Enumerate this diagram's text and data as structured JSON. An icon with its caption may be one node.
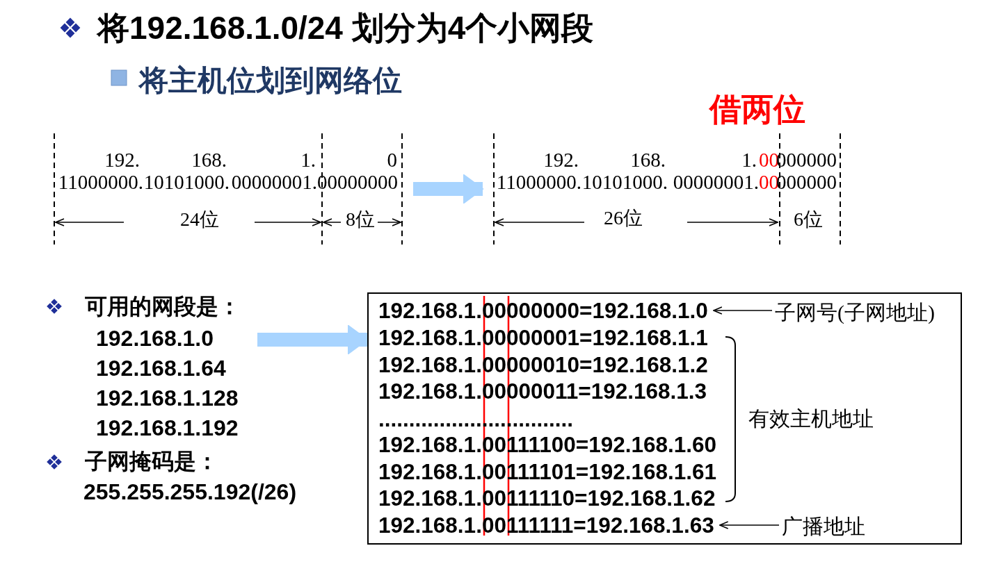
{
  "diagram": {
    "title": "将192.168.1.0/24 划分为4个小网段",
    "nodes": [
      {
        "text": [
          "192.",
          "168.",
          "1.",
          "0",
          "11000000.",
          "10101000.",
          "00000001.",
          "00000000"
        ]
      },
      {
        "text": [
          "192.",
          "168.",
          "1.",
          "00",
          "000000",
          "11000000.",
          "10101000.",
          "00000001.",
          "00",
          "000000"
        ]
      },
      {
        "text": [
          "可用的网段是：",
          "192.168.1.0",
          "192.168.1.64",
          "192.168.1.128",
          "192.168.1.192",
          "子网掩码是：",
          "255.255.255.192(/26)"
        ]
      },
      {
        "text": [],
        "shape": "box"
      },
      {
        "text": [
          "192.168.1.00000000=192.168.1.0"
        ],
        "in": 3
      },
      {
        "text": [
          "192.168.1.00000001=192.168.1.1"
        ],
        "in": 3
      },
      {
        "text": [
          "192.168.1.00000010=192.168.1.2"
        ],
        "in": 3
      },
      {
        "text": [
          "192.168.1.00000011=192.168.1.3"
        ],
        "in": 3
      },
      {
        "text": [
          "................................"
        ],
        "in": 3
      },
      {
        "text": [
          "192.168.1.00111100=192.168.1.60"
        ],
        "in": 3
      },
      {
        "text": [
          "192.168.1.00111101=192.168.1.61"
        ],
        "in": 3
      },
      {
        "text": [
          "192.168.1.00111110=192.168.1.62"
        ],
        "in": 3
      },
      {
        "text": [
          "192.168.1.00111111=192.168.1.63"
        ],
        "in": 3
      },
      {
        "text": [
          "子网号(子网地址)"
        ],
        "in": 3
      },
      {
        "text": [
          "广播地址"
        ],
        "in": 3
      }
    ],
    "edges": [
      {
        "from": 0,
        "to": 1,
        "arrow": "to",
        "style": "thick",
        "color": "#a8d4ff"
      },
      {
        "from": 2,
        "to": 3,
        "arrow": "to",
        "style": "thick",
        "color": "#a8d4ff"
      },
      {
        "from": 13,
        "to": 4,
        "arrow": "to",
        "color": "#000000"
      },
      {
        "from": 14,
        "to": 12,
        "arrow": "to",
        "color": "#000000"
      }
    ],
    "labels": [
      "将主机位划到网络位",
      "借两位",
      "24位",
      "8位",
      "26位",
      "6位",
      "有效主机地址"
    ]
  }
}
